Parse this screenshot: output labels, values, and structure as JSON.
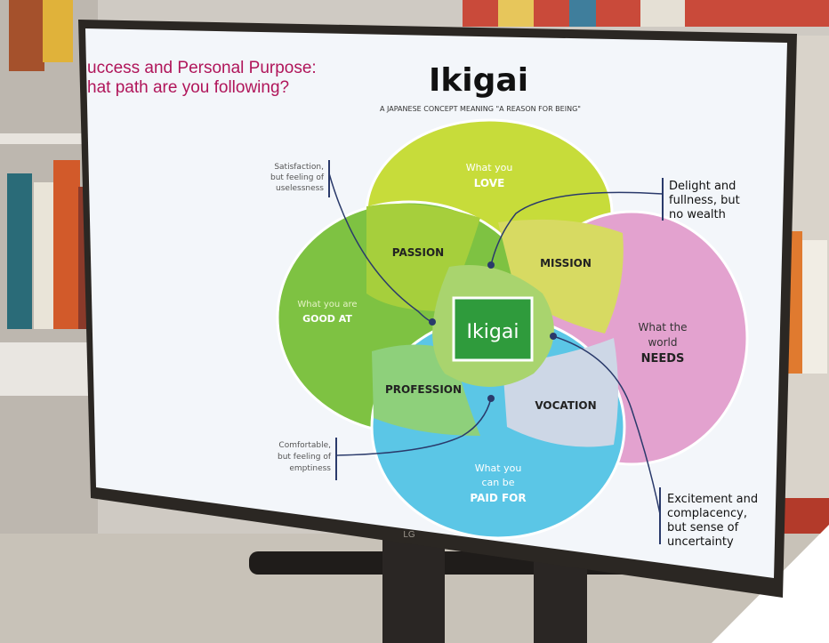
{
  "slide": {
    "heading_line1": "uccess and Personal Purpose:",
    "heading_line2": "hat path are you following?",
    "title": "Ikigai",
    "subtitle": "A JAPANESE CONCEPT MEANING \"A REASON FOR BEING\""
  },
  "circles": {
    "love": {
      "line1": "What you",
      "line2": "LOVE",
      "color": "#c7dc3a"
    },
    "good_at": {
      "line1": "What you are",
      "line2": "GOOD AT",
      "color": "#7ec242"
    },
    "needs": {
      "line1": "What the",
      "line2": "world",
      "line3": "NEEDS",
      "color": "#e3a2cf"
    },
    "paid_for": {
      "line1": "What you",
      "line2": "can be",
      "line3": "PAID FOR",
      "color": "#5bc6e6"
    }
  },
  "overlaps": {
    "passion": "PASSION",
    "mission": "MISSION",
    "profession": "PROFESSION",
    "vocation": "VOCATION",
    "center": "Ikigai"
  },
  "annotations": {
    "satisfaction": {
      "line1": "Satisfaction,",
      "line2": "but feeling of",
      "line3": "uselessness"
    },
    "delight": {
      "line1": "Delight and",
      "line2": "fullness, but",
      "line3": "no wealth"
    },
    "comfortable": {
      "line1": "Comfortable,",
      "line2": "but feeling of",
      "line3": "emptiness"
    },
    "excitement": {
      "line1": "Excitement and",
      "line2": "complacency,",
      "line3": "but sense of",
      "line4": "uncertainty"
    }
  },
  "monitor": {
    "brand": "LG"
  },
  "colors": {
    "heading": "#b0155a",
    "screen_bg": "#f3f6fa",
    "bezel": "#2b2723",
    "center": "#2f9b3c"
  }
}
